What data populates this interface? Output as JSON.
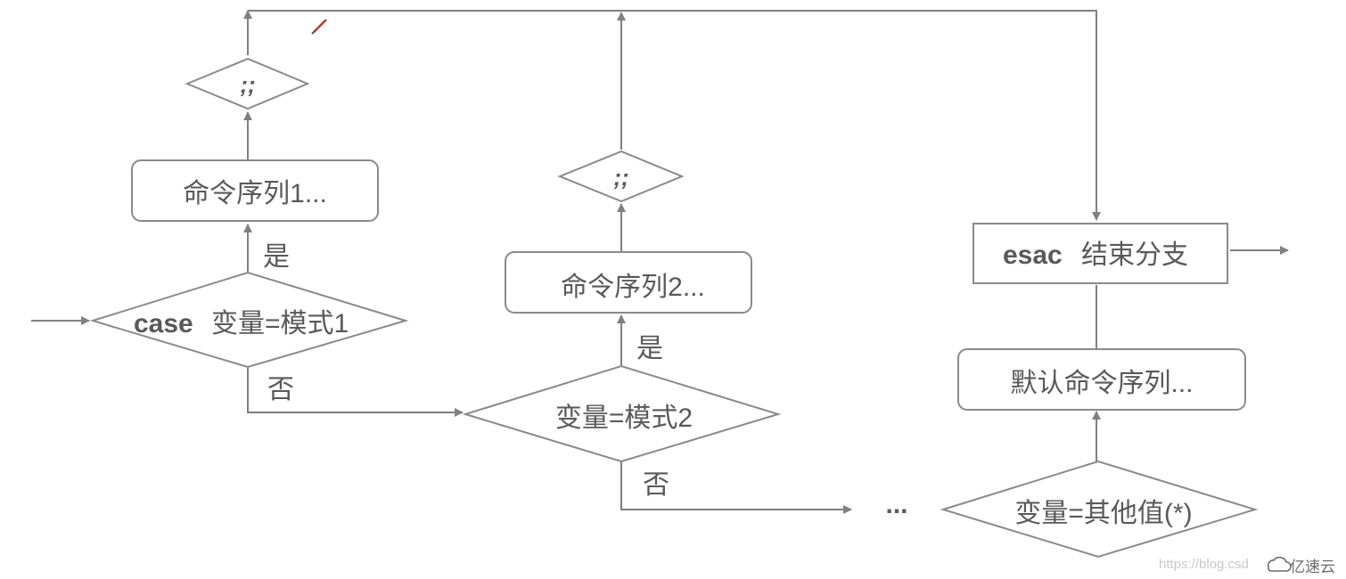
{
  "case_keyword": "case",
  "case_condition": "变量=模式1",
  "condition_2": "变量=模式2",
  "condition_default": "变量=其他值(*)",
  "command_1": "命令序列1...",
  "command_2": "命令序列2...",
  "command_default": "默认命令序列...",
  "terminator_1": ";;",
  "terminator_2": ";;",
  "esac_keyword": "esac",
  "esac_label": "结束分支",
  "yes_label_1": "是",
  "yes_label_2": "是",
  "no_label_1": "否",
  "no_label_2": "否",
  "ellipsis": "...",
  "watermark": "https://blog.csd",
  "logo_text": "亿速云",
  "colors": {
    "line": "#808080",
    "border": "#8a8a8a",
    "text": "#595959",
    "pen_icon": "#c0392b"
  }
}
